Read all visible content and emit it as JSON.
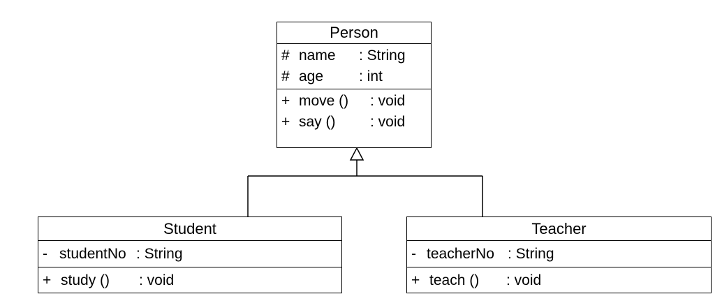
{
  "person": {
    "name": "Person",
    "attributes": [
      {
        "visibility": "#",
        "name": "name",
        "type": ": String"
      },
      {
        "visibility": "#",
        "name": "age",
        "type": ": int"
      }
    ],
    "operations": [
      {
        "visibility": "+",
        "name": "move ()",
        "type": ": void"
      },
      {
        "visibility": "+",
        "name": "say ()",
        "type": ": void"
      }
    ]
  },
  "student": {
    "name": "Student",
    "attributes": [
      {
        "visibility": "-",
        "name": "studentNo",
        "type": ": String"
      }
    ],
    "operations": [
      {
        "visibility": "+",
        "name": "study ()",
        "type": ": void"
      }
    ]
  },
  "teacher": {
    "name": "Teacher",
    "attributes": [
      {
        "visibility": "-",
        "name": "teacherNo",
        "type": ": String"
      }
    ],
    "operations": [
      {
        "visibility": "+",
        "name": "teach ()",
        "type": ": void"
      }
    ]
  }
}
